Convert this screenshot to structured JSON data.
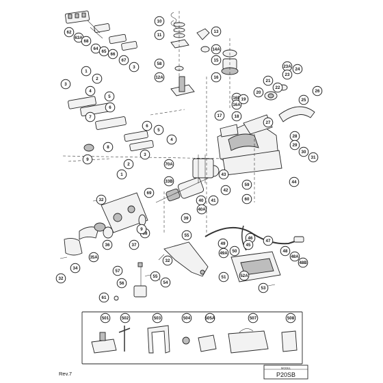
{
  "model_header": "MODEL",
  "model_name": "P20SB",
  "revision": "Rev.7",
  "callouts": [
    "62",
    "63A",
    "68",
    "64",
    "65",
    "66",
    "67",
    "3",
    "10",
    "11",
    "58",
    "12A",
    "13",
    "14A",
    "15",
    "16",
    "1",
    "2",
    "3",
    "4",
    "5",
    "6",
    "7",
    "8",
    "9",
    "6",
    "5",
    "4",
    "3",
    "2",
    "1",
    "17",
    "16B",
    "16A",
    "19",
    "18",
    "20",
    "21",
    "22",
    "23A",
    "23",
    "24",
    "25",
    "26",
    "27",
    "28",
    "29",
    "30",
    "31",
    "44",
    "70A",
    "33B",
    "69",
    "43",
    "42",
    "41",
    "40",
    "40A",
    "39",
    "59",
    "60",
    "32",
    "38",
    "37",
    "36",
    "35A",
    "34",
    "32",
    "9",
    "55",
    "49",
    "49A",
    "50",
    "46",
    "45",
    "47",
    "48",
    "48A",
    "48B",
    "32",
    "51",
    "52A",
    "53",
    "57",
    "56",
    "55",
    "54",
    "61"
  ],
  "accessory_labels": [
    "501",
    "502",
    "503",
    "504",
    "505A",
    "507",
    "508"
  ]
}
